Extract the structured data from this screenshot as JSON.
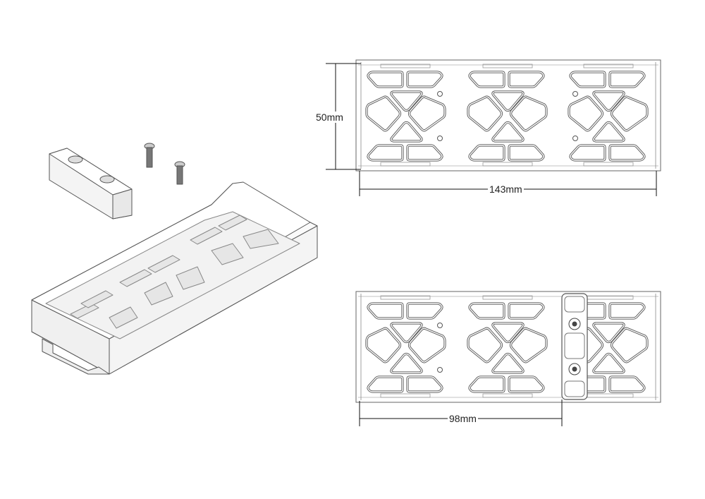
{
  "dimensions": {
    "height_top": "50mm",
    "length_top": "143mm",
    "bracket_offset": "98mm"
  },
  "colors": {
    "line": "#555555",
    "dim_line": "#111111"
  }
}
